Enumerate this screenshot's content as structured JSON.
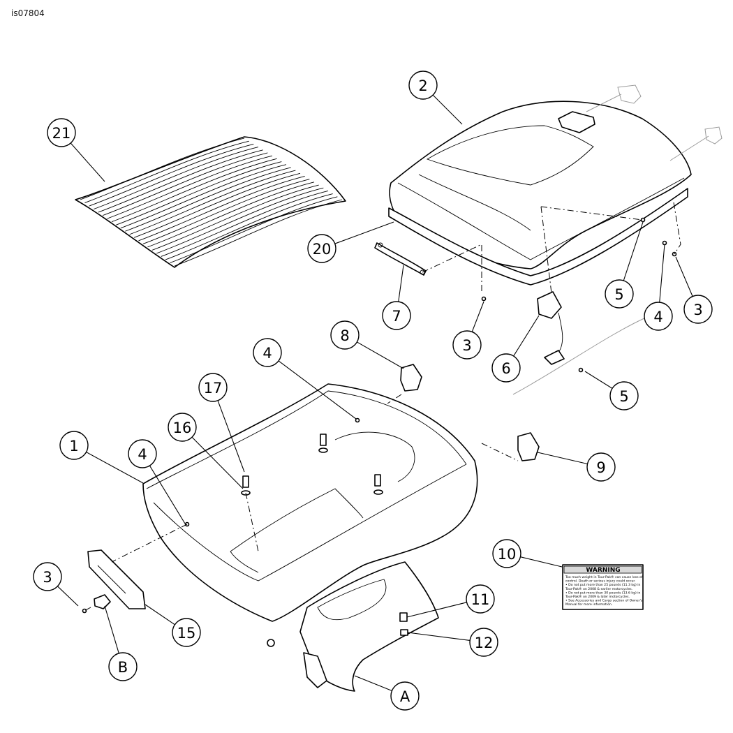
{
  "figure_id": "is07804",
  "callouts": [
    {
      "id": "c1",
      "text": "1"
    },
    {
      "id": "c2",
      "text": "2"
    },
    {
      "id": "c3a",
      "text": "3"
    },
    {
      "id": "c3b",
      "text": "3"
    },
    {
      "id": "c3c",
      "text": "3"
    },
    {
      "id": "c4a",
      "text": "4"
    },
    {
      "id": "c4b",
      "text": "4"
    },
    {
      "id": "c4c",
      "text": "4"
    },
    {
      "id": "c5a",
      "text": "5"
    },
    {
      "id": "c5b",
      "text": "5"
    },
    {
      "id": "c6",
      "text": "6"
    },
    {
      "id": "c7",
      "text": "7"
    },
    {
      "id": "c8",
      "text": "8"
    },
    {
      "id": "c9",
      "text": "9"
    },
    {
      "id": "c10",
      "text": "10"
    },
    {
      "id": "c11",
      "text": "11"
    },
    {
      "id": "c12",
      "text": "12"
    },
    {
      "id": "c15",
      "text": "15"
    },
    {
      "id": "c16",
      "text": "16"
    },
    {
      "id": "c17",
      "text": "17"
    },
    {
      "id": "c20",
      "text": "20"
    },
    {
      "id": "c21",
      "text": "21"
    },
    {
      "id": "cA",
      "text": "A"
    },
    {
      "id": "cB",
      "text": "B"
    }
  ],
  "warning_label": {
    "title": "WARNING",
    "lines": [
      "Too much weight in Tour-Pak® can cause loss of",
      "control. Death or serious injury could occur.",
      "• Do not put more than 25 pounds (11.3 kg) in",
      "Tour-Pak® on 2008 & earlier motorcycles.",
      "• Do not put more than 30 pounds (13.6 kg) in",
      "Tour-Pak® on 2009 & later motorcycles.",
      "• See Accessories and Cargo section of Owner's",
      "Manual for more information."
    ]
  }
}
